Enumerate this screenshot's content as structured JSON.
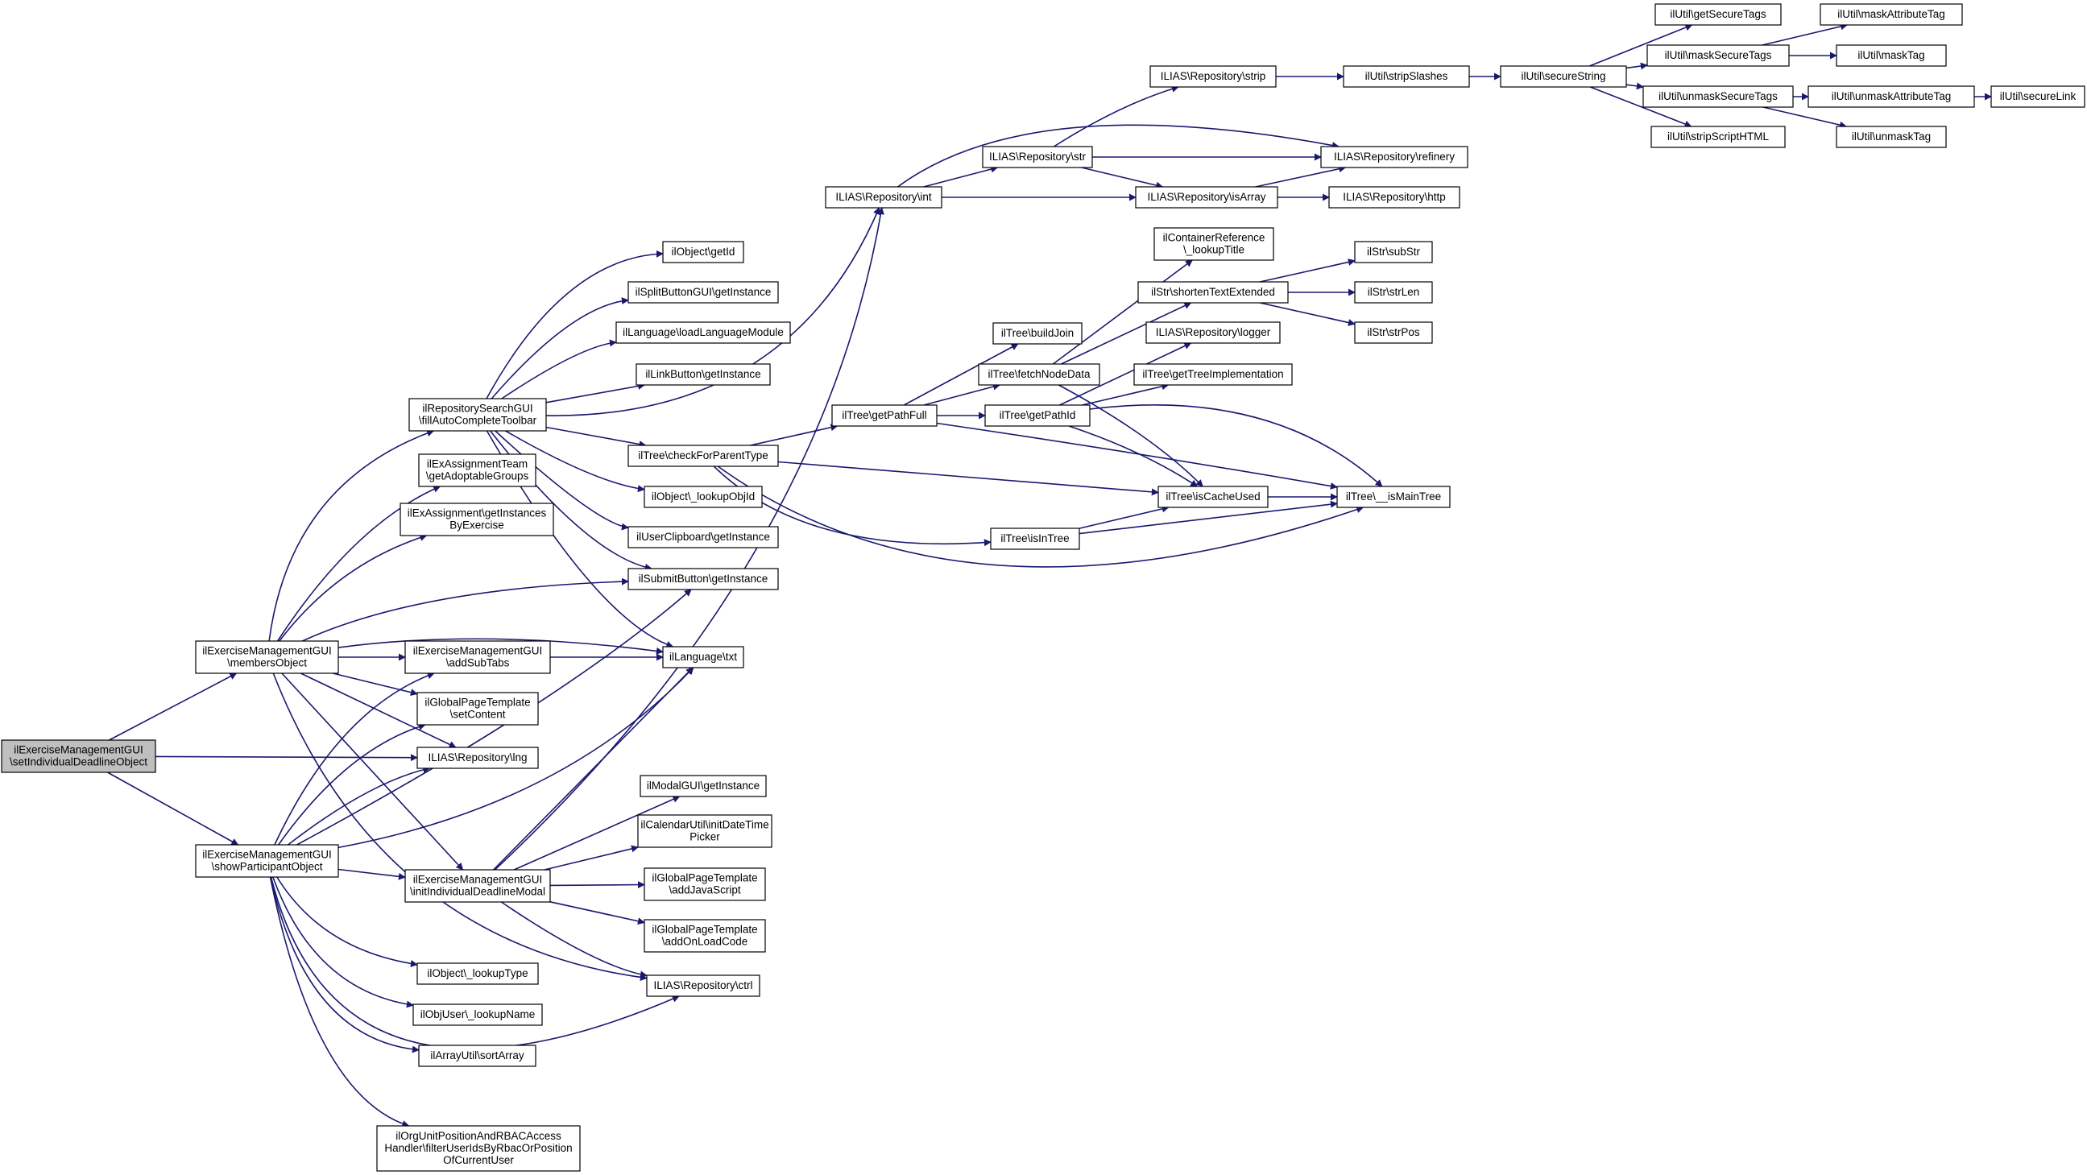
{
  "diagram": {
    "type": "call-graph",
    "colors": {
      "edge": "#191970",
      "node_border": "#000000",
      "root_fill": "#bfbfbf",
      "node_fill": "#ffffff"
    },
    "nodes": [
      {
        "id": "root",
        "lines": [
          "ilExerciseManagementGUI",
          "\\setIndividualDeadlineObject"
        ],
        "root": true
      },
      {
        "id": "membersObject",
        "lines": [
          "ilExerciseManagementGUI",
          "\\membersObject"
        ]
      },
      {
        "id": "showParticipantObject",
        "lines": [
          "ilExerciseManagementGUI",
          "\\showParticipantObject"
        ]
      },
      {
        "id": "fillAutoCompleteToolbar",
        "lines": [
          "ilRepositorySearchGUI",
          "\\fillAutoCompleteToolbar"
        ]
      },
      {
        "id": "getAdoptableGroups",
        "lines": [
          "ilExAssignmentTeam",
          "\\getAdoptableGroups"
        ]
      },
      {
        "id": "getInstancesByExercise",
        "lines": [
          "ilExAssignment\\getInstances",
          "ByExercise"
        ]
      },
      {
        "id": "addSubTabs",
        "lines": [
          "ilExerciseManagementGUI",
          "\\addSubTabs"
        ]
      },
      {
        "id": "setContent",
        "lines": [
          "ilGlobalPageTemplate",
          "\\setContent"
        ]
      },
      {
        "id": "lng",
        "lines": [
          "ILIAS\\Repository\\lng"
        ]
      },
      {
        "id": "initIndividualDeadlineModal",
        "lines": [
          "ilExerciseManagementGUI",
          "\\initIndividualDeadlineModal"
        ]
      },
      {
        "id": "lookupType",
        "lines": [
          "ilObject\\_lookupType"
        ]
      },
      {
        "id": "lookupName",
        "lines": [
          "ilObjUser\\_lookupName"
        ]
      },
      {
        "id": "sortArray",
        "lines": [
          "ilArrayUtil\\sortArray"
        ]
      },
      {
        "id": "filterUserIds",
        "lines": [
          "ilOrgUnitPositionAndRBACAccess",
          "Handler\\filterUserIdsByRbacOrPosition",
          "OfCurrentUser"
        ]
      },
      {
        "id": "getId",
        "lines": [
          "ilObject\\getId"
        ]
      },
      {
        "id": "splitButton",
        "lines": [
          "ilSplitButtonGUI\\getInstance"
        ]
      },
      {
        "id": "loadLanguageModule",
        "lines": [
          "ilLanguage\\loadLanguageModule"
        ]
      },
      {
        "id": "linkButton",
        "lines": [
          "ilLinkButton\\getInstance"
        ]
      },
      {
        "id": "checkForParentType",
        "lines": [
          "ilTree\\checkForParentType"
        ]
      },
      {
        "id": "lookupObjId",
        "lines": [
          "ilObject\\_lookupObjId"
        ]
      },
      {
        "id": "userClipboard",
        "lines": [
          "ilUserClipboard\\getInstance"
        ]
      },
      {
        "id": "submitButton",
        "lines": [
          "ilSubmitButton\\getInstance"
        ]
      },
      {
        "id": "txt",
        "lines": [
          "ilLanguage\\txt"
        ]
      },
      {
        "id": "modalGUI",
        "lines": [
          "ilModalGUI\\getInstance"
        ]
      },
      {
        "id": "initDateTimePicker",
        "lines": [
          "ilCalendarUtil\\initDateTime",
          "Picker"
        ]
      },
      {
        "id": "addJavaScript",
        "lines": [
          "ilGlobalPageTemplate",
          "\\addJavaScript"
        ]
      },
      {
        "id": "addOnLoadCode",
        "lines": [
          "ilGlobalPageTemplate",
          "\\addOnLoadCode"
        ]
      },
      {
        "id": "ctrl",
        "lines": [
          "ILIAS\\Repository\\ctrl"
        ]
      },
      {
        "id": "repoInt",
        "lines": [
          "ILIAS\\Repository\\int"
        ]
      },
      {
        "id": "getPathFull",
        "lines": [
          "ilTree\\getPathFull"
        ]
      },
      {
        "id": "isInTree",
        "lines": [
          "ilTree\\isInTree"
        ]
      },
      {
        "id": "repoStr",
        "lines": [
          "ILIAS\\Repository\\str"
        ]
      },
      {
        "id": "repoIsArray",
        "lines": [
          "ILIAS\\Repository\\isArray"
        ]
      },
      {
        "id": "buildJoin",
        "lines": [
          "ilTree\\buildJoin"
        ]
      },
      {
        "id": "fetchNodeData",
        "lines": [
          "ilTree\\fetchNodeData"
        ]
      },
      {
        "id": "getPathId",
        "lines": [
          "ilTree\\getPathId"
        ]
      },
      {
        "id": "repoStrip",
        "lines": [
          "ILIAS\\Repository\\strip"
        ]
      },
      {
        "id": "lookupTitle",
        "lines": [
          "ilContainerReference",
          "\\_lookupTitle"
        ]
      },
      {
        "id": "shortenTextExtended",
        "lines": [
          "ilStr\\shortenTextExtended"
        ]
      },
      {
        "id": "repoLogger",
        "lines": [
          "ILIAS\\Repository\\logger"
        ]
      },
      {
        "id": "getTreeImplementation",
        "lines": [
          "ilTree\\getTreeImplementation"
        ]
      },
      {
        "id": "isCacheUsed",
        "lines": [
          "ilTree\\isCacheUsed"
        ]
      },
      {
        "id": "stripSlashes",
        "lines": [
          "ilUtil\\stripSlashes"
        ]
      },
      {
        "id": "refinery",
        "lines": [
          "ILIAS\\Repository\\refinery"
        ]
      },
      {
        "id": "http",
        "lines": [
          "ILIAS\\Repository\\http"
        ]
      },
      {
        "id": "subStr",
        "lines": [
          "ilStr\\subStr"
        ]
      },
      {
        "id": "strLen",
        "lines": [
          "ilStr\\strLen"
        ]
      },
      {
        "id": "strPos",
        "lines": [
          "ilStr\\strPos"
        ]
      },
      {
        "id": "isMainTree",
        "lines": [
          "ilTree\\__isMainTree"
        ]
      },
      {
        "id": "secureString",
        "lines": [
          "ilUtil\\secureString"
        ]
      },
      {
        "id": "getSecureTags",
        "lines": [
          "ilUtil\\getSecureTags"
        ]
      },
      {
        "id": "maskSecureTags",
        "lines": [
          "ilUtil\\maskSecureTags"
        ]
      },
      {
        "id": "unmaskSecureTags",
        "lines": [
          "ilUtil\\unmaskSecureTags"
        ]
      },
      {
        "id": "stripScriptHTML",
        "lines": [
          "ilUtil\\stripScriptHTML"
        ]
      },
      {
        "id": "maskAttributeTag",
        "lines": [
          "ilUtil\\maskAttributeTag"
        ]
      },
      {
        "id": "maskTag",
        "lines": [
          "ilUtil\\maskTag"
        ]
      },
      {
        "id": "unmaskAttributeTag",
        "lines": [
          "ilUtil\\unmaskAttributeTag"
        ]
      },
      {
        "id": "unmaskTag",
        "lines": [
          "ilUtil\\unmaskTag"
        ]
      },
      {
        "id": "secureLink",
        "lines": [
          "ilUtil\\secureLink"
        ]
      }
    ],
    "edges": [
      [
        "root",
        "membersObject"
      ],
      [
        "root",
        "lng"
      ],
      [
        "root",
        "showParticipantObject"
      ],
      [
        "membersObject",
        "fillAutoCompleteToolbar"
      ],
      [
        "membersObject",
        "getAdoptableGroups"
      ],
      [
        "membersObject",
        "getInstancesByExercise"
      ],
      [
        "membersObject",
        "submitButton"
      ],
      [
        "membersObject",
        "txt"
      ],
      [
        "membersObject",
        "addSubTabs"
      ],
      [
        "membersObject",
        "setContent"
      ],
      [
        "membersObject",
        "lng"
      ],
      [
        "membersObject",
        "initIndividualDeadlineModal"
      ],
      [
        "membersObject",
        "ctrl"
      ],
      [
        "showParticipantObject",
        "addSubTabs"
      ],
      [
        "showParticipantObject",
        "setContent"
      ],
      [
        "showParticipantObject",
        "lng"
      ],
      [
        "showParticipantObject",
        "submitButton"
      ],
      [
        "showParticipantObject",
        "txt"
      ],
      [
        "showParticipantObject",
        "initIndividualDeadlineModal"
      ],
      [
        "showParticipantObject",
        "lookupType"
      ],
      [
        "showParticipantObject",
        "lookupName"
      ],
      [
        "showParticipantObject",
        "sortArray"
      ],
      [
        "showParticipantObject",
        "ctrl"
      ],
      [
        "showParticipantObject",
        "filterUserIds"
      ],
      [
        "fillAutoCompleteToolbar",
        "getId"
      ],
      [
        "fillAutoCompleteToolbar",
        "splitButton"
      ],
      [
        "fillAutoCompleteToolbar",
        "loadLanguageModule"
      ],
      [
        "fillAutoCompleteToolbar",
        "linkButton"
      ],
      [
        "fillAutoCompleteToolbar",
        "checkForParentType"
      ],
      [
        "fillAutoCompleteToolbar",
        "lookupObjId"
      ],
      [
        "fillAutoCompleteToolbar",
        "userClipboard"
      ],
      [
        "fillAutoCompleteToolbar",
        "submitButton"
      ],
      [
        "fillAutoCompleteToolbar",
        "txt"
      ],
      [
        "fillAutoCompleteToolbar",
        "repoInt"
      ],
      [
        "addSubTabs",
        "txt"
      ],
      [
        "initIndividualDeadlineModal",
        "txt"
      ],
      [
        "initIndividualDeadlineModal",
        "modalGUI"
      ],
      [
        "initIndividualDeadlineModal",
        "initDateTimePicker"
      ],
      [
        "initIndividualDeadlineModal",
        "addJavaScript"
      ],
      [
        "initIndividualDeadlineModal",
        "addOnLoadCode"
      ],
      [
        "initIndividualDeadlineModal",
        "ctrl"
      ],
      [
        "initIndividualDeadlineModal",
        "repoInt"
      ],
      [
        "checkForParentType",
        "getPathFull"
      ],
      [
        "checkForParentType",
        "isCacheUsed"
      ],
      [
        "checkForParentType",
        "isInTree"
      ],
      [
        "checkForParentType",
        "isMainTree"
      ],
      [
        "repoInt",
        "repoStr"
      ],
      [
        "repoInt",
        "repoIsArray"
      ],
      [
        "repoInt",
        "refinery"
      ],
      [
        "getPathFull",
        "buildJoin"
      ],
      [
        "getPathFull",
        "fetchNodeData"
      ],
      [
        "getPathFull",
        "getPathId"
      ],
      [
        "getPathFull",
        "isMainTree"
      ],
      [
        "isInTree",
        "isCacheUsed"
      ],
      [
        "isInTree",
        "isMainTree"
      ],
      [
        "repoStr",
        "repoStrip"
      ],
      [
        "repoStr",
        "refinery"
      ],
      [
        "repoStr",
        "repoIsArray"
      ],
      [
        "repoIsArray",
        "refinery"
      ],
      [
        "repoIsArray",
        "http"
      ],
      [
        "fetchNodeData",
        "lookupTitle"
      ],
      [
        "fetchNodeData",
        "shortenTextExtended"
      ],
      [
        "fetchNodeData",
        "isCacheUsed"
      ],
      [
        "getPathId",
        "repoLogger"
      ],
      [
        "getPathId",
        "getTreeImplementation"
      ],
      [
        "getPathId",
        "isCacheUsed"
      ],
      [
        "getPathId",
        "isMainTree"
      ],
      [
        "isCacheUsed",
        "isMainTree"
      ],
      [
        "repoStrip",
        "stripSlashes"
      ],
      [
        "stripSlashes",
        "secureString"
      ],
      [
        "secureString",
        "getSecureTags"
      ],
      [
        "secureString",
        "maskSecureTags"
      ],
      [
        "secureString",
        "unmaskSecureTags"
      ],
      [
        "secureString",
        "stripScriptHTML"
      ],
      [
        "shortenTextExtended",
        "subStr"
      ],
      [
        "shortenTextExtended",
        "strLen"
      ],
      [
        "shortenTextExtended",
        "strPos"
      ],
      [
        "maskSecureTags",
        "maskAttributeTag"
      ],
      [
        "maskSecureTags",
        "maskTag"
      ],
      [
        "unmaskSecureTags",
        "unmaskAttributeTag"
      ],
      [
        "unmaskSecureTags",
        "unmaskTag"
      ],
      [
        "unmaskAttributeTag",
        "secureLink"
      ]
    ]
  }
}
